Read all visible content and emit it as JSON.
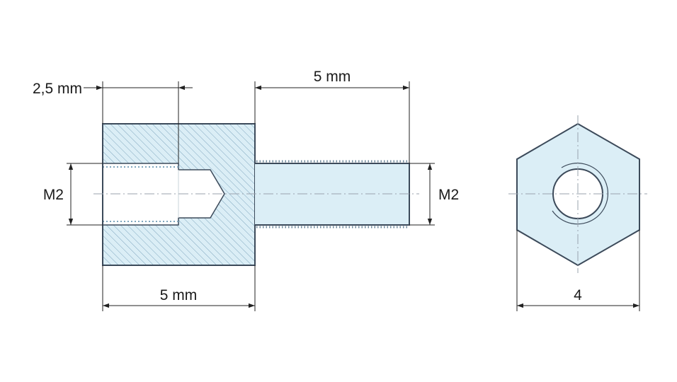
{
  "dimensions": {
    "thread_depth": "2,5 mm",
    "shaft_length": "5 mm",
    "body_length": "5 mm",
    "inner_thread": "M2",
    "outer_thread": "M2",
    "hex_width": "4"
  },
  "colors": {
    "fill": "#dbeef6",
    "outline": "#3c4a5a",
    "hatch": "#7fa6be",
    "dimension": "#222222",
    "centerline": "#9aa3ad"
  }
}
